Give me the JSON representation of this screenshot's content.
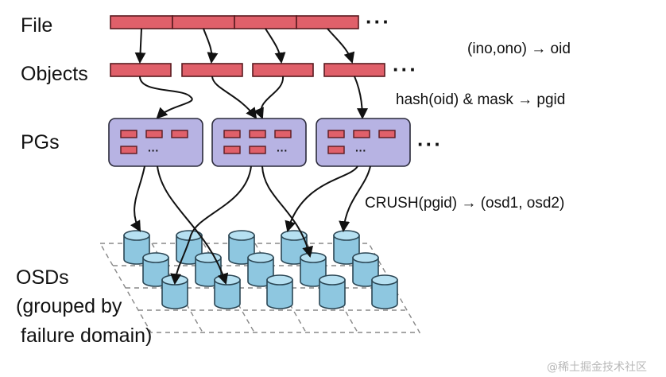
{
  "labels": {
    "file": "File",
    "objects": "Objects",
    "pgs": "PGs",
    "osds_line1": "OSDs",
    "osds_line2": "(grouped by",
    "osds_line3": "failure domain)"
  },
  "formulas": {
    "oid": "(ino,ono) → oid",
    "pgid": "hash(oid) & mask → pgid",
    "crush": "CRUSH(pgid) → (osd1, osd2)"
  },
  "ellipsis": "···",
  "inner_ellipsis": "···",
  "watermark": "@稀土掘金技术社区",
  "colors": {
    "object": "#e0606a",
    "pg": "#b7b3e3",
    "osd": "#8ec7e0"
  }
}
